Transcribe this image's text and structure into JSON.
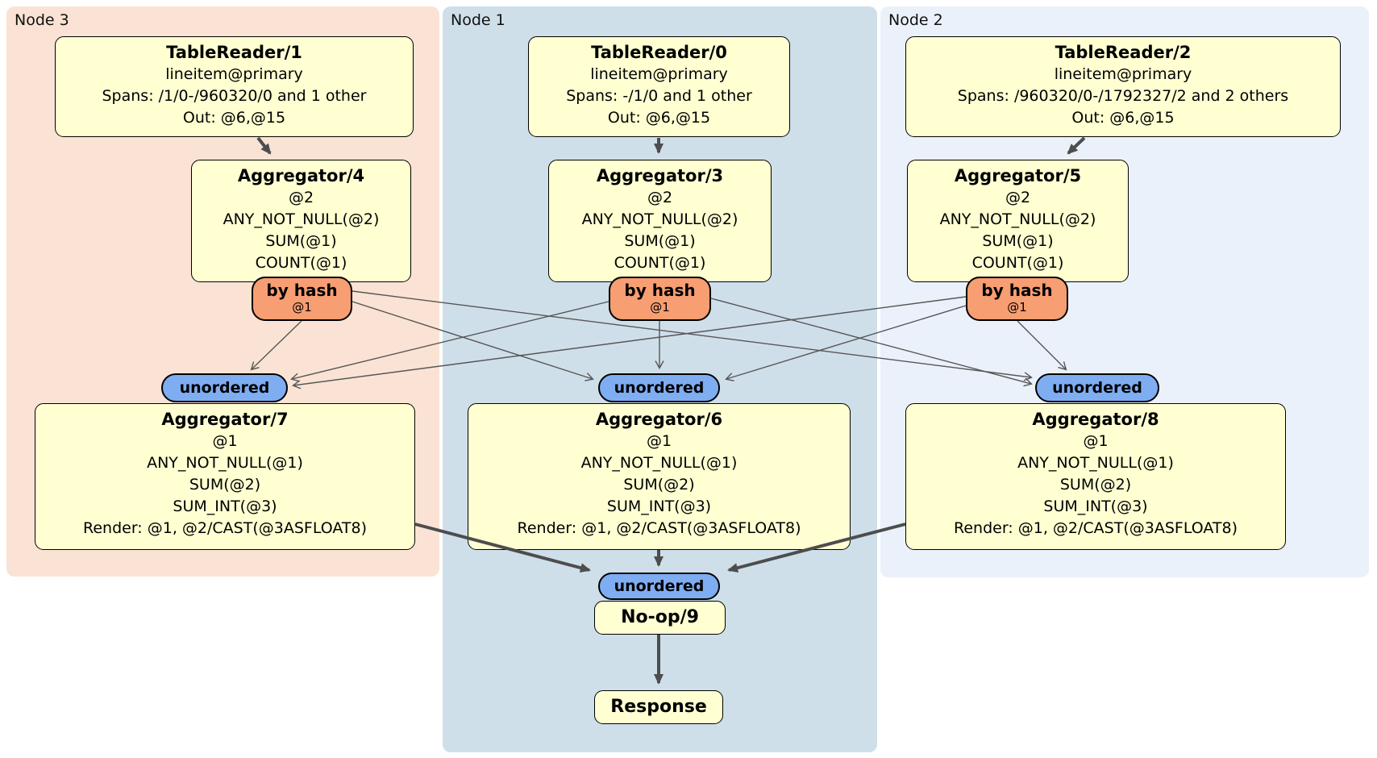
{
  "groups": {
    "node3": {
      "label": "Node 3"
    },
    "node1": {
      "label": "Node 1"
    },
    "node2": {
      "label": "Node 2"
    }
  },
  "boxes": {
    "tablereader1": {
      "title": "TableReader/1",
      "lines": [
        "lineitem@primary",
        "Spans: /1/0-/960320/0 and 1 other",
        "Out: @6,@15"
      ]
    },
    "tablereader0": {
      "title": "TableReader/0",
      "lines": [
        "lineitem@primary",
        "Spans: -/1/0 and 1 other",
        "Out: @6,@15"
      ]
    },
    "tablereader2": {
      "title": "TableReader/2",
      "lines": [
        "lineitem@primary",
        "Spans: /960320/0-/1792327/2 and 2 others",
        "Out: @6,@15"
      ]
    },
    "aggregator4": {
      "title": "Aggregator/4",
      "lines": [
        "@2",
        "ANY_NOT_NULL(@2)",
        "SUM(@1)",
        "COUNT(@1)"
      ]
    },
    "aggregator3": {
      "title": "Aggregator/3",
      "lines": [
        "@2",
        "ANY_NOT_NULL(@2)",
        "SUM(@1)",
        "COUNT(@1)"
      ]
    },
    "aggregator5": {
      "title": "Aggregator/5",
      "lines": [
        "@2",
        "ANY_NOT_NULL(@2)",
        "SUM(@1)",
        "COUNT(@1)"
      ]
    },
    "aggregator7": {
      "title": "Aggregator/7",
      "lines": [
        "@1",
        "ANY_NOT_NULL(@1)",
        "SUM(@2)",
        "SUM_INT(@3)",
        "Render: @1, @2/CAST(@3ASFLOAT8)"
      ]
    },
    "aggregator6": {
      "title": "Aggregator/6",
      "lines": [
        "@1",
        "ANY_NOT_NULL(@1)",
        "SUM(@2)",
        "SUM_INT(@3)",
        "Render: @1, @2/CAST(@3ASFLOAT8)"
      ]
    },
    "aggregator8": {
      "title": "Aggregator/8",
      "lines": [
        "@1",
        "ANY_NOT_NULL(@1)",
        "SUM(@2)",
        "SUM_INT(@3)",
        "Render: @1, @2/CAST(@3ASFLOAT8)"
      ]
    },
    "noop": {
      "title": "No-op/9"
    },
    "response": {
      "title": "Response"
    }
  },
  "router": {
    "label": "by hash",
    "sub": "@1"
  },
  "sync": {
    "label": "unordered"
  },
  "colors": {
    "node3_bg": "#fae3d4",
    "node1_bg": "#cfdfea",
    "node2_bg": "#ebf1fa",
    "box_fill": "#ffffd2",
    "router_fill": "#f79e72",
    "sync_fill": "#7fadf2",
    "edge_thin": "#565656",
    "edge_thick": "#4d4d4d"
  }
}
